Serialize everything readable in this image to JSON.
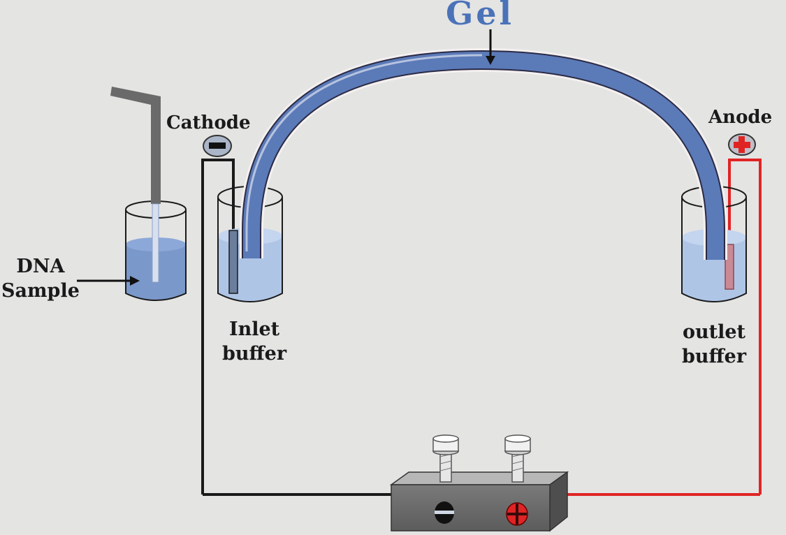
{
  "labels": {
    "gel": "Gel",
    "cathode": "Cathode",
    "anode": "Anode",
    "dna_sample": [
      "DNA",
      "Sample"
    ],
    "inlet_buffer": [
      "Inlet",
      "buffer"
    ],
    "outlet_buffer": [
      "outlet",
      "buffer"
    ]
  },
  "colors": {
    "background": "#e4e4e3",
    "gel_blue": "#5b7ab8",
    "label_blue": "#4a72b8",
    "buffer_blue": "#a9c1e6",
    "dna_blue": "#6f8fc6",
    "positive_red": "#e02424",
    "negative_black": "#1a1a1a",
    "power_supply_gray": "#6f6f6f"
  },
  "icons": {
    "cathode": "minus-terminal-icon",
    "anode": "plus-terminal-icon",
    "power_supply": "power-supply-box"
  }
}
